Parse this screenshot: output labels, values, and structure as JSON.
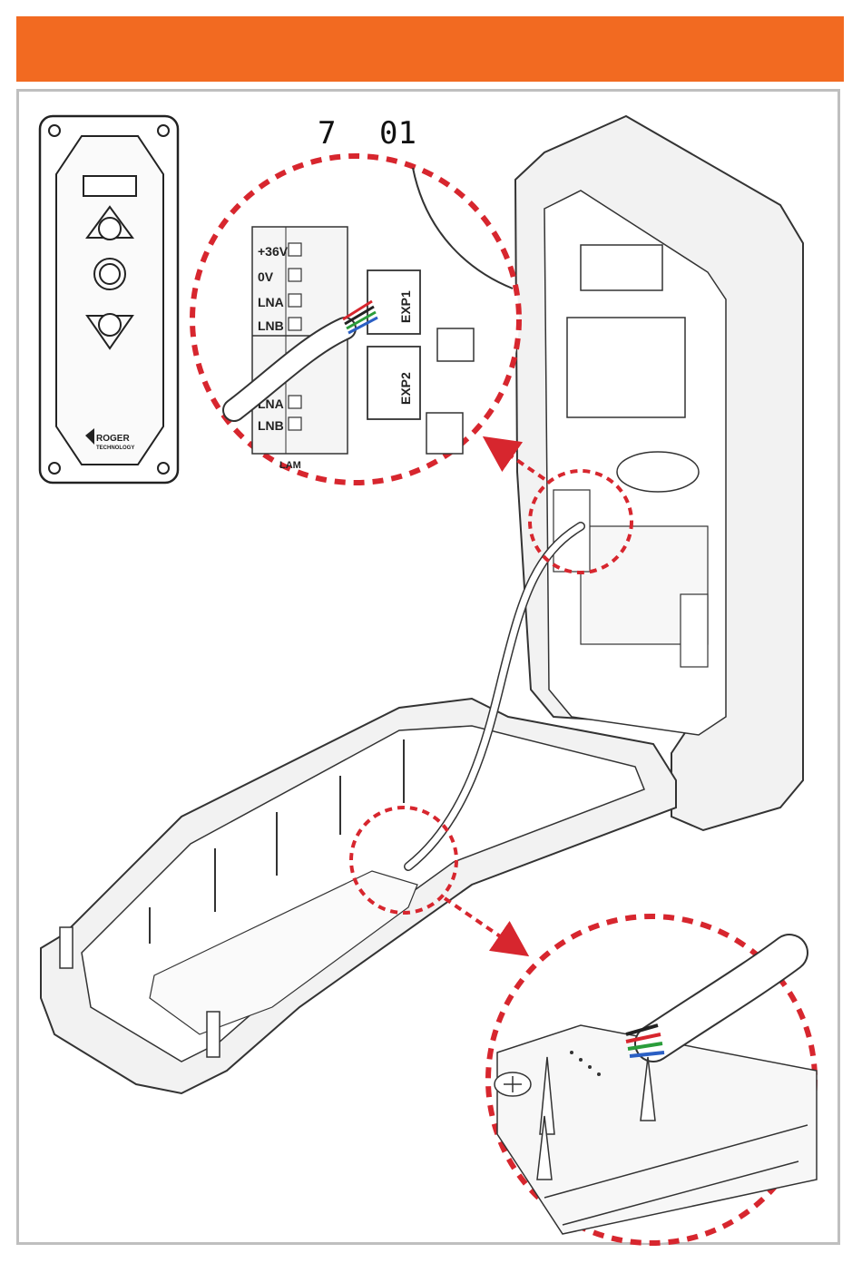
{
  "header": {
    "color": "#f26a21"
  },
  "display": {
    "left": "7",
    "right": "01"
  },
  "keypad": {
    "brand": "ROGER",
    "brand_sub": "TECHNOLOGY"
  },
  "zoom_top": {
    "terminal_labels_upper": [
      "+36V",
      "0V",
      "LNA",
      "LNB"
    ],
    "terminal_labels_lower": [
      "LNA",
      "LNB"
    ],
    "connector_1": "EXP1",
    "connector_2": "EXP2",
    "bottom_label": "LAM"
  },
  "colors": {
    "callout": "#d7262e",
    "accent": "#f26a21",
    "frame": "#bfbfbf",
    "body_fill": "#f2f2f2",
    "stroke": "#333333"
  },
  "icons": [
    "up-arrow-icon",
    "stop-circle-icon",
    "down-arrow-icon",
    "screw-icon",
    "callout-arrow-icon"
  ]
}
